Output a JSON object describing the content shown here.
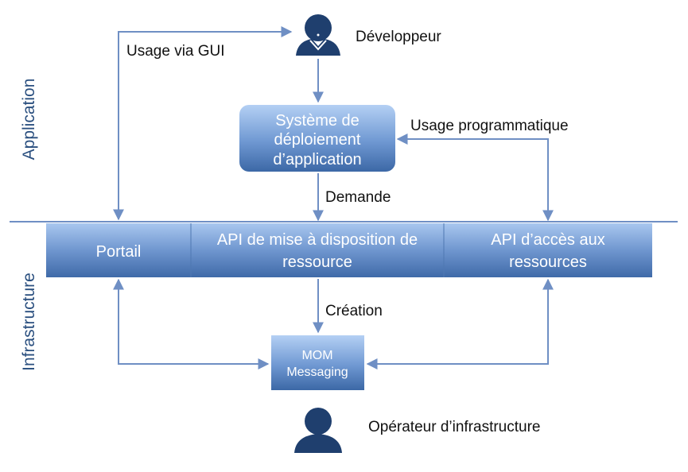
{
  "layers": {
    "application": "Application",
    "infrastructure": "Infrastructure"
  },
  "actors": {
    "developer": "Développeur",
    "operator": "Opérateur d’infrastructure"
  },
  "boxes": {
    "deployment_system": [
      "Système de",
      "déploiement",
      "d’application"
    ],
    "portal": "Portail",
    "provisioning_api": [
      "API de mise à disposition de",
      "ressource"
    ],
    "access_api": [
      "API  d’accès aux",
      "ressources"
    ],
    "mom": [
      "MOM",
      "Messaging"
    ]
  },
  "edges": {
    "gui_usage": "Usage via GUI",
    "programmatic_usage": "Usage programmatique",
    "request": "Demande",
    "creation": "Création"
  },
  "colors": {
    "box_top": "#a9c8f0",
    "box_bottom": "#3f6fae",
    "arrow": "#6f8fc4",
    "actor": "#1f3f6e",
    "layer_text": "#2a4f7f"
  }
}
